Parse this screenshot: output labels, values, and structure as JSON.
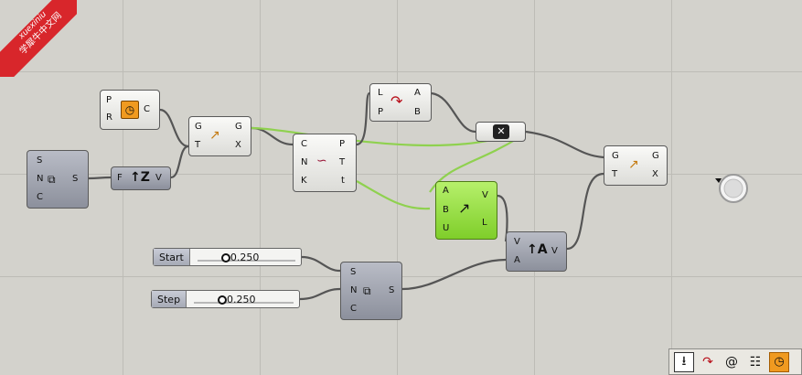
{
  "watermark": {
    "line1": "xuexiniu",
    "line2": "学犀牛中文网"
  },
  "components": {
    "timer_source": {
      "inputs": [
        "P",
        "R"
      ],
      "outputs": [
        "C"
      ],
      "icon": "timer-icon"
    },
    "series_a": {
      "inputs": [
        "S",
        "N",
        "C"
      ],
      "outputs": [
        "S"
      ],
      "icon": "series-icon"
    },
    "unit_z": {
      "inputs": [
        "F"
      ],
      "outputs": [
        "V"
      ],
      "icon": "unit-z-icon"
    },
    "evaluate_curve_a": {
      "inputs": [
        "G",
        "T"
      ],
      "outputs": [
        "G",
        "X"
      ],
      "icon": "evaluate-icon"
    },
    "divide_curve": {
      "inputs": [
        "C",
        "N",
        "K"
      ],
      "outputs": [
        "P",
        "T",
        "t"
      ],
      "icon": "divide-curve-icon"
    },
    "curve_closest": {
      "inputs": [
        "L",
        "P"
      ],
      "outputs": [
        "A",
        "B"
      ],
      "icon": "closest-point-icon"
    },
    "relay": {
      "icon": "relay-icon"
    },
    "line_sdl": {
      "inputs": [
        "A",
        "B",
        "U"
      ],
      "outputs": [
        "V",
        "L"
      ],
      "icon": "line-icon"
    },
    "evaluate_curve_b": {
      "inputs": [
        "G",
        "T"
      ],
      "outputs": [
        "G",
        "X"
      ],
      "icon": "evaluate-icon"
    },
    "vector_amp": {
      "inputs": [
        "V",
        "A"
      ],
      "outputs": [
        "V"
      ],
      "icon": "amplitude-icon"
    },
    "series_b": {
      "inputs": [
        "S",
        "N",
        "C"
      ],
      "outputs": [
        "S"
      ],
      "icon": "series-icon"
    }
  },
  "sliders": {
    "start": {
      "label": "Start",
      "value": "0.250"
    },
    "step": {
      "label": "Step",
      "value": "0.250"
    }
  },
  "toolbar": {
    "items": [
      "download-icon",
      "wire-icon",
      "spiral-icon",
      "film-icon",
      "timer-icon"
    ]
  },
  "colors": {
    "wire": "#555555",
    "wire_selected": "#8fd14f",
    "canvas": "#d3d2cc",
    "accent": "#f09a20"
  }
}
